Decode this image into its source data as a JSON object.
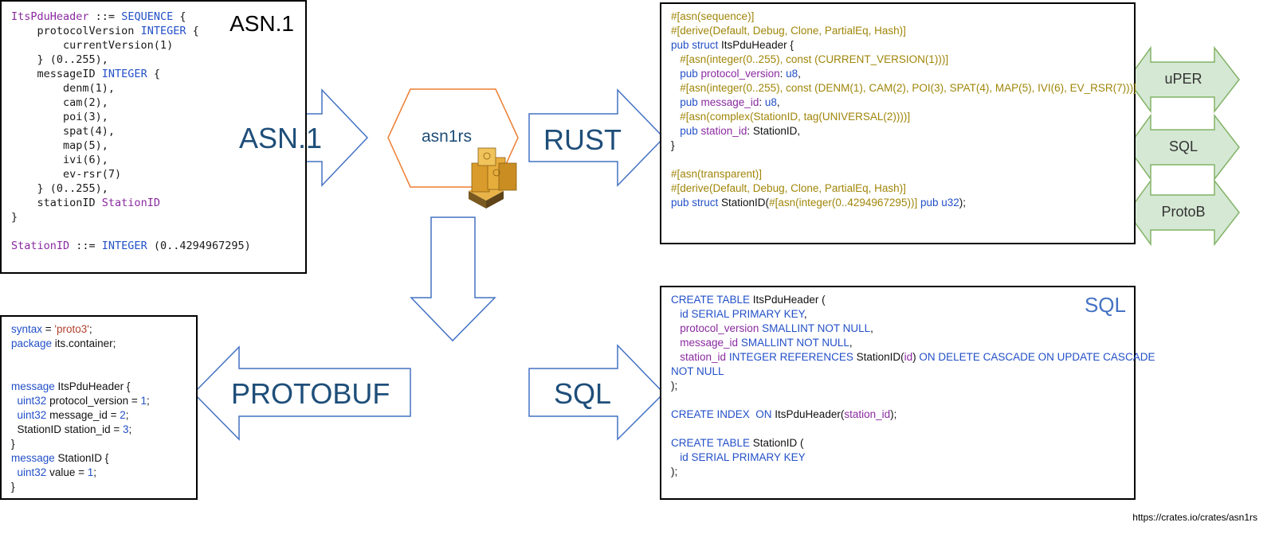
{
  "asn1_panel": {
    "title": "ASN.1",
    "lines": [
      [
        {
          "t": "ItsPduHeader",
          "c": "tp"
        },
        {
          "t": " ::= "
        },
        {
          "t": "SEQUENCE",
          "c": "kw"
        },
        {
          "t": " {"
        }
      ],
      [
        {
          "t": "    protocolVersion "
        },
        {
          "t": "INTEGER",
          "c": "kw"
        },
        {
          "t": " {"
        }
      ],
      [
        {
          "t": "        currentVersion(1)"
        }
      ],
      [
        {
          "t": "    } (0..255),"
        }
      ],
      [
        {
          "t": "    messageID "
        },
        {
          "t": "INTEGER",
          "c": "kw"
        },
        {
          "t": " {"
        }
      ],
      [
        {
          "t": "        denm(1),"
        }
      ],
      [
        {
          "t": "        cam(2),"
        }
      ],
      [
        {
          "t": "        poi(3),"
        }
      ],
      [
        {
          "t": "        spat(4),"
        }
      ],
      [
        {
          "t": "        map(5),"
        }
      ],
      [
        {
          "t": "        ivi(6),"
        }
      ],
      [
        {
          "t": "        ev-rsr(7)"
        }
      ],
      [
        {
          "t": "    } (0..255),"
        }
      ],
      [
        {
          "t": "    stationID "
        },
        {
          "t": "StationID",
          "c": "tp"
        }
      ],
      [
        {
          "t": "}"
        }
      ],
      [
        {
          "t": ""
        }
      ],
      [
        {
          "t": "StationID",
          "c": "tp"
        },
        {
          "t": " ::= "
        },
        {
          "t": "INTEGER",
          "c": "kw"
        },
        {
          "t": " (0..4294967295)"
        }
      ]
    ]
  },
  "rust_panel": {
    "lines": [
      [
        {
          "t": "#[asn(sequence)]",
          "c": "at"
        }
      ],
      [
        {
          "t": "#[derive(Default, Debug, Clone, PartialEq, Hash)]",
          "c": "at"
        }
      ],
      [
        {
          "t": "pub struct ",
          "c": "kw"
        },
        {
          "t": "ItsPduHeader {"
        }
      ],
      [
        {
          "t": "   #[asn(integer(0..255), const (CURRENT_VERSION(1)))]",
          "c": "at"
        }
      ],
      [
        {
          "t": "   pub ",
          "c": "kw"
        },
        {
          "t": "protocol_version",
          "c": "nm"
        },
        {
          "t": ": "
        },
        {
          "t": "u8",
          "c": "kw"
        },
        {
          "t": ","
        }
      ],
      [
        {
          "t": "   #[asn(integer(0..255), const (DENM(1), CAM(2), POI(3), SPAT(4), MAP(5), IVI(6), EV_RSR(7)))]",
          "c": "at"
        }
      ],
      [
        {
          "t": "   pub ",
          "c": "kw"
        },
        {
          "t": "message_id",
          "c": "nm"
        },
        {
          "t": ": "
        },
        {
          "t": "u8",
          "c": "kw"
        },
        {
          "t": ","
        }
      ],
      [
        {
          "t": "   #[asn(complex(StationID, tag(UNIVERSAL(2))))]",
          "c": "at"
        }
      ],
      [
        {
          "t": "   pub ",
          "c": "kw"
        },
        {
          "t": "station_id",
          "c": "nm"
        },
        {
          "t": ": StationID,"
        }
      ],
      [
        {
          "t": "}"
        }
      ],
      [
        {
          "t": ""
        }
      ],
      [
        {
          "t": "#[asn(transparent)]",
          "c": "at"
        }
      ],
      [
        {
          "t": "#[derive(Default, Debug, Clone, PartialEq, Hash)]",
          "c": "at"
        }
      ],
      [
        {
          "t": "pub struct ",
          "c": "kw"
        },
        {
          "t": "StationID("
        },
        {
          "t": "#[asn(integer(0..4294967295))]",
          "c": "at"
        },
        {
          "t": " pub u32",
          "c": "kw"
        },
        {
          "t": ");"
        }
      ]
    ]
  },
  "sql_panel": {
    "title": "SQL",
    "lines": [
      [
        {
          "t": "CREATE TABLE ",
          "c": "kw"
        },
        {
          "t": "ItsPduHeader ("
        }
      ],
      [
        {
          "t": "   "
        },
        {
          "t": "id SERIAL PRIMARY KEY",
          "c": "kw"
        },
        {
          "t": ","
        }
      ],
      [
        {
          "t": "   "
        },
        {
          "t": "protocol_version",
          "c": "nm"
        },
        {
          "t": " SMALLINT NOT NULL",
          "c": "kw"
        },
        {
          "t": ","
        }
      ],
      [
        {
          "t": "   "
        },
        {
          "t": "message_id",
          "c": "nm"
        },
        {
          "t": " SMALLINT NOT NULL",
          "c": "kw"
        },
        {
          "t": ","
        }
      ],
      [
        {
          "t": "   "
        },
        {
          "t": "station_id",
          "c": "nm"
        },
        {
          "t": " INTEGER REFERENCES ",
          "c": "kw"
        },
        {
          "t": "StationID("
        },
        {
          "t": "id",
          "c": "nm"
        },
        {
          "t": ") "
        },
        {
          "t": "ON DELETE CASCADE ON UPDATE CASCADE",
          "c": "kw"
        }
      ],
      [
        {
          "t": "NOT NULL",
          "c": "kw"
        }
      ],
      [
        {
          "t": ");"
        }
      ],
      [
        {
          "t": ""
        }
      ],
      [
        {
          "t": "CREATE INDEX  ON ",
          "c": "kw"
        },
        {
          "t": "ItsPduHeader("
        },
        {
          "t": "station_id",
          "c": "nm"
        },
        {
          "t": ");"
        }
      ],
      [
        {
          "t": ""
        }
      ],
      [
        {
          "t": "CREATE TABLE ",
          "c": "kw"
        },
        {
          "t": "StationID ("
        }
      ],
      [
        {
          "t": "   "
        },
        {
          "t": "id SERIAL PRIMARY KEY",
          "c": "kw"
        }
      ],
      [
        {
          "t": ");"
        }
      ]
    ]
  },
  "proto_panel": {
    "lines": [
      [
        {
          "t": "syntax",
          "c": "kw"
        },
        {
          "t": " = "
        },
        {
          "t": "'proto3'",
          "c": "str"
        },
        {
          "t": ";"
        }
      ],
      [
        {
          "t": "package",
          "c": "kw"
        },
        {
          "t": " its.container;"
        }
      ],
      [
        {
          "t": ""
        }
      ],
      [
        {
          "t": ""
        }
      ],
      [
        {
          "t": "message",
          "c": "kw"
        },
        {
          "t": " ItsPduHeader {"
        }
      ],
      [
        {
          "t": "  "
        },
        {
          "t": "uint32",
          "c": "kw"
        },
        {
          "t": " protocol_version = "
        },
        {
          "t": "1",
          "c": "kw"
        },
        {
          "t": ";"
        }
      ],
      [
        {
          "t": "  "
        },
        {
          "t": "uint32",
          "c": "kw"
        },
        {
          "t": " message_id = "
        },
        {
          "t": "2",
          "c": "kw"
        },
        {
          "t": ";"
        }
      ],
      [
        {
          "t": "  StationID station_id = "
        },
        {
          "t": "3",
          "c": "kw"
        },
        {
          "t": ";"
        }
      ],
      [
        {
          "t": "}"
        }
      ],
      [
        {
          "t": "message",
          "c": "kw"
        },
        {
          "t": " StationID {"
        }
      ],
      [
        {
          "t": "  "
        },
        {
          "t": "uint32",
          "c": "kw"
        },
        {
          "t": " value = "
        },
        {
          "t": "1",
          "c": "kw"
        },
        {
          "t": ";"
        }
      ],
      [
        {
          "t": "}"
        }
      ]
    ]
  },
  "arrows": {
    "asn1": "ASN.1",
    "rust": "RUST",
    "protobuf": "PROTOBUF",
    "sql": "SQL"
  },
  "center": {
    "label": "asn1rs"
  },
  "outputs": [
    "uPER",
    "SQL",
    "ProtoB"
  ],
  "footer": "https://crates.io/crates/asn1rs",
  "colors": {
    "arrow_stroke": "#4472c4",
    "hex_stroke": "#ed7d31",
    "green_fill": "#d5e8d4",
    "green_stroke": "#82b366",
    "label_blue": "#1e4e79"
  }
}
